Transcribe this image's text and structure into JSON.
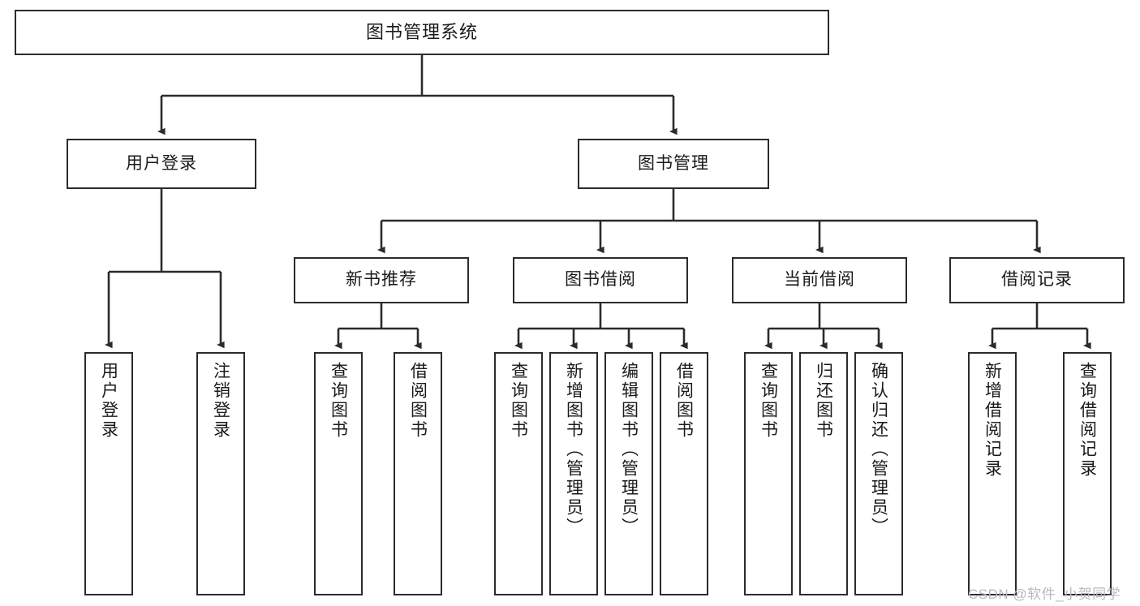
{
  "diagram": {
    "type": "tree",
    "title": "图书管理系统",
    "watermark": "CSDN @软件_小贺同学",
    "colors": {
      "box_border": "#2b2b2b",
      "box_fill": "#ffffff",
      "connector": "#2b2b2b",
      "text": "#1a1a1a",
      "watermark": "#b9b9b9",
      "background": "#ffffff"
    },
    "nodes": {
      "root": {
        "label": "图书管理系统"
      },
      "level2": [
        {
          "label": "用户登录"
        },
        {
          "label": "图书管理"
        }
      ],
      "level3": [
        {
          "label": "新书推荐"
        },
        {
          "label": "图书借阅"
        },
        {
          "label": "当前借阅"
        },
        {
          "label": "借阅记录"
        }
      ],
      "leaves_user_login": [
        {
          "label": "用户登录"
        },
        {
          "label": "注销登录"
        }
      ],
      "leaves_new_book": [
        {
          "label": "查询图书"
        },
        {
          "label": "借阅图书"
        }
      ],
      "leaves_borrow": [
        {
          "label": "查询图书"
        },
        {
          "label": "新增图书（管理员）"
        },
        {
          "label": "编辑图书（管理员）"
        },
        {
          "label": "借阅图书"
        }
      ],
      "leaves_current": [
        {
          "label": "查询图书"
        },
        {
          "label": "归还图书"
        },
        {
          "label": "确认归还（管理员）"
        }
      ],
      "leaves_record": [
        {
          "label": "新增借阅记录"
        },
        {
          "label": "查询借阅记录"
        }
      ]
    }
  }
}
